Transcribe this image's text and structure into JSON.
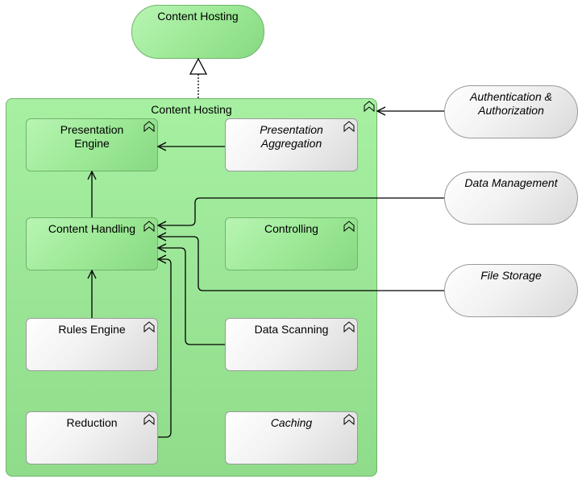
{
  "colors": {
    "green_fill": "#a3ef9e",
    "gray_fill": "#eeeeee",
    "line": "#000000",
    "border": "#8c8c8c"
  },
  "nodes": {
    "top_service": {
      "label": "Content Hosting",
      "icon": "none"
    },
    "group": {
      "label": "Content Hosting",
      "icon": "function-chevron-icon"
    },
    "presentation_engine": {
      "label_line1": "Presentation",
      "label_line2": "Engine",
      "icon": "function-chevron-icon"
    },
    "presentation_aggregation": {
      "label_line1": "Presentation",
      "label_line2": "Aggregation",
      "icon": "function-chevron-icon"
    },
    "content_handling": {
      "label": "Content Handling",
      "icon": "function-chevron-icon"
    },
    "controlling": {
      "label": "Controlling",
      "icon": "function-chevron-icon"
    },
    "rules_engine": {
      "label": "Rules Engine",
      "icon": "function-chevron-icon"
    },
    "data_scanning": {
      "label": "Data Scanning",
      "icon": "function-chevron-icon"
    },
    "reduction": {
      "label": "Reduction",
      "icon": "function-chevron-icon"
    },
    "caching": {
      "label": "Caching",
      "icon": "function-chevron-icon"
    },
    "auth": {
      "label_line1": "Authentication &",
      "label_line2": "Authorization"
    },
    "data_management": {
      "label": "Data Management"
    },
    "file_storage": {
      "label": "File Storage"
    }
  }
}
